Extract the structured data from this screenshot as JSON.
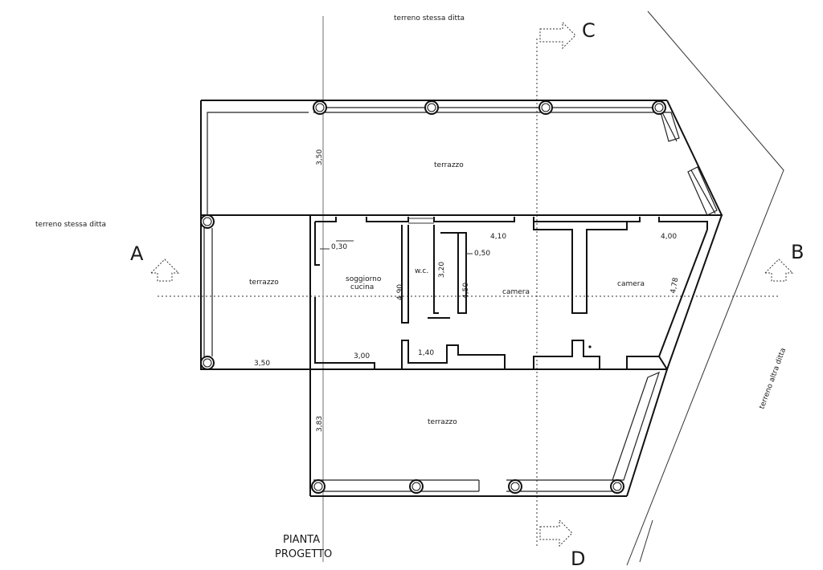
{
  "labels": {
    "terreno_top": "terreno stessa ditta",
    "terreno_left": "terreno stessa ditta",
    "terreno_right": "terreno altra ditta"
  },
  "rooms": {
    "terrazzo_top": "terrazzo",
    "terrazzo_left": "terrazzo",
    "terrazzo_bottom": "terrazzo",
    "soggiorno_line1": "soggiorno",
    "soggiorno_line2": "cucina",
    "wc": "w.c.",
    "camera_center": "camera",
    "camera_right": "camera"
  },
  "dimensions": {
    "d350_vertical": "3,50",
    "d350_horizontal": "3,50",
    "d030": "0,30",
    "d050": "0,50",
    "d320": "3,20",
    "d490": "4,90",
    "d450": "4,50",
    "d410": "4,10",
    "d400": "4,00",
    "d478": "4,78",
    "d300": "3,00",
    "d140": "1,40",
    "d383": "3,83"
  },
  "sections": {
    "A": "A",
    "B": "B",
    "C": "C",
    "D": "D"
  },
  "title": {
    "line1": "PIANTA",
    "line2": "PROGETTO"
  }
}
